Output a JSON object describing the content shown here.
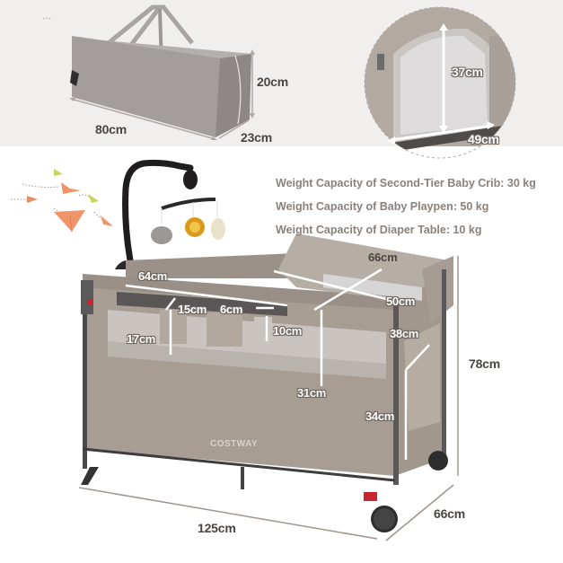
{
  "storage_bag": {
    "length_label": "80cm",
    "height_label": "20cm",
    "depth_label": "23cm"
  },
  "door_detail": {
    "height_label": "37cm",
    "width_label": "49cm"
  },
  "weight_specs": [
    {
      "text": "Weight Capacity of Second-Tier Baby Crib: 30 kg"
    },
    {
      "text": "Weight Capacity of Baby Playpen: 50 kg"
    },
    {
      "text": "Weight Capacity of Diaper Table: 10 kg"
    }
  ],
  "crib_dimensions": {
    "tier_length": "64cm",
    "organizer_width": "15cm",
    "organizer_gap": "6cm",
    "organizer_height": "17cm",
    "pocket_height": "10cm",
    "table_length": "66cm",
    "table_width": "50cm",
    "tier_depth": "31cm",
    "side_pocket_width": "38cm",
    "side_pocket_height": "34cm",
    "total_height": "78cm",
    "total_length": "125cm",
    "total_depth": "66cm"
  },
  "brand": {
    "logo_text": "COSTWAY"
  },
  "colors": {
    "background_top": "#f1efed",
    "fabric": "#a79c92",
    "fabric_dark": "#8f857c",
    "frame": "#4b4a4a",
    "spec_text": "#8b817b",
    "dim_text": "#4a4542",
    "paper_plane": "#f0956a",
    "accent_red": "#c8262e"
  }
}
